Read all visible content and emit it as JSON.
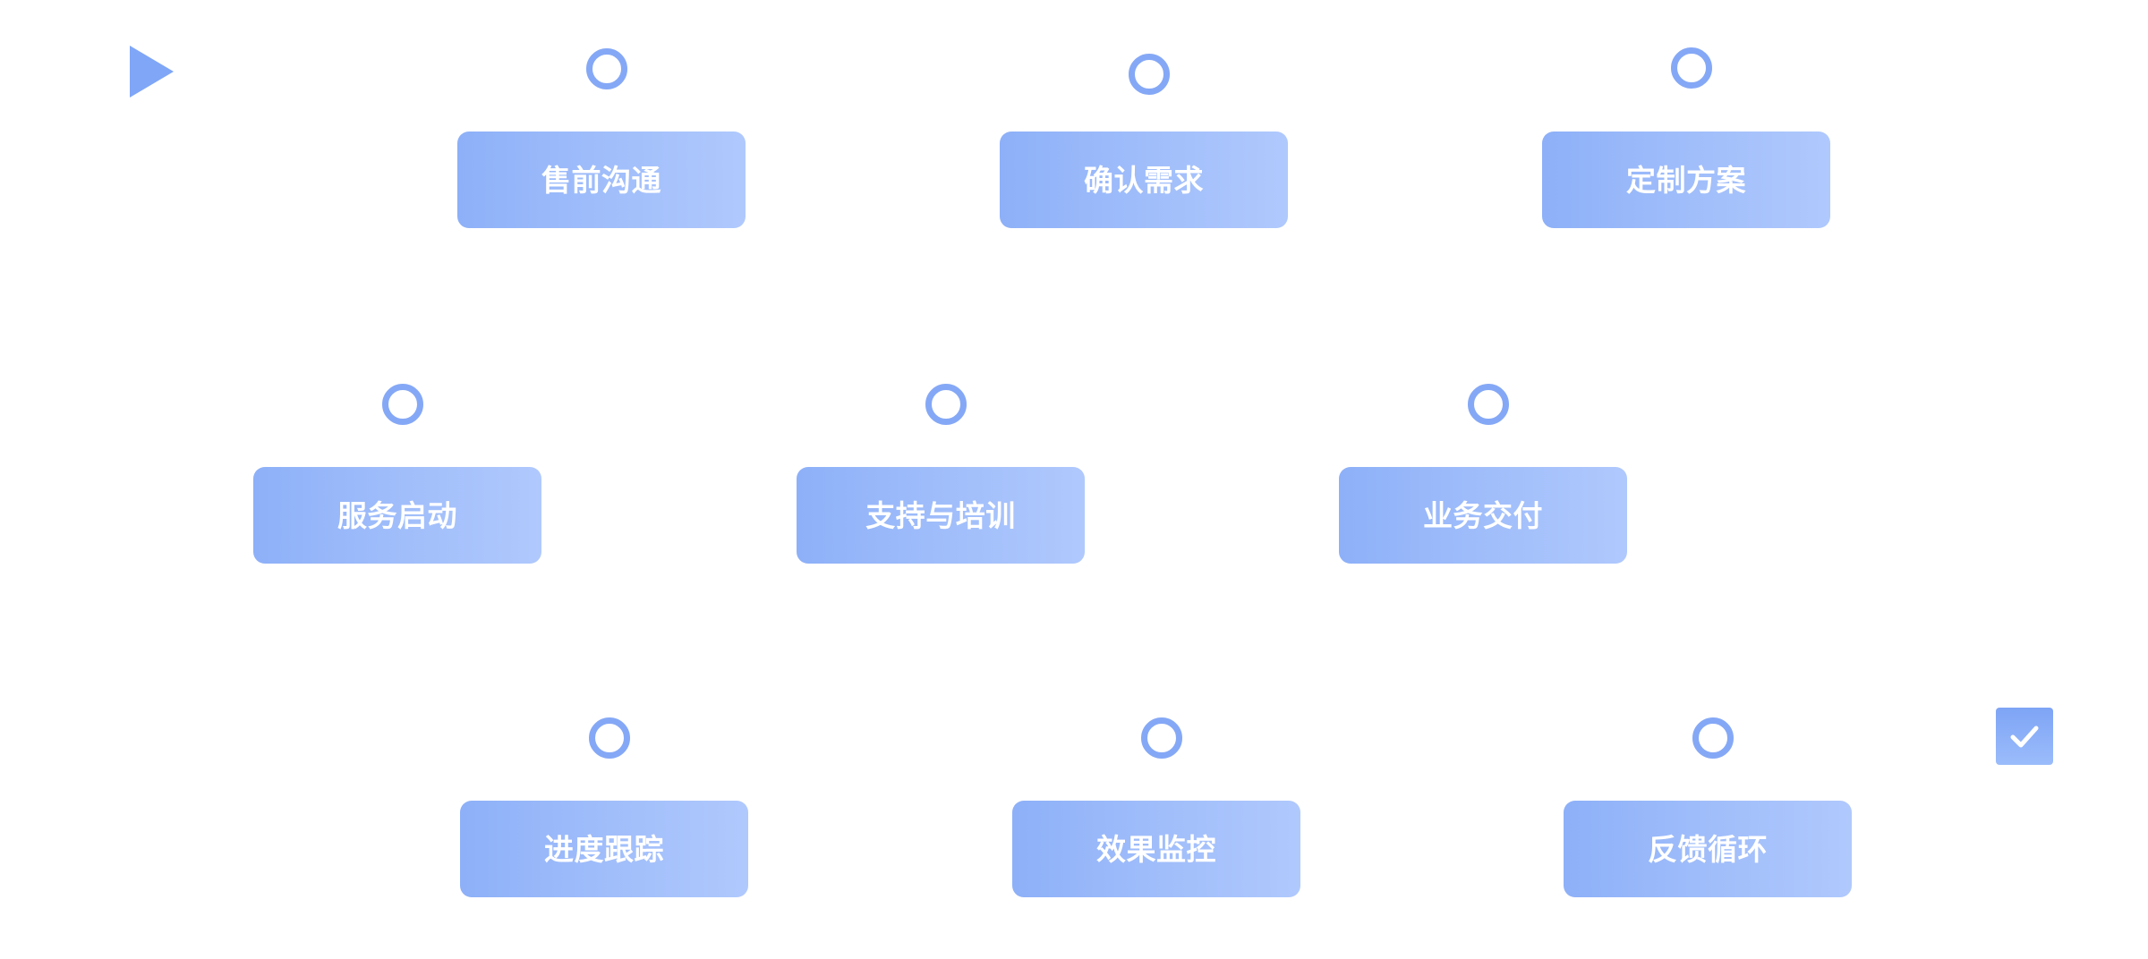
{
  "diagram": {
    "start_icon": "play-triangle-icon",
    "end_icon": "checkmark-icon",
    "accent_color": "#85a8f6",
    "card_gradient": [
      "#8db0f8",
      "#b0c9fd"
    ],
    "rows": [
      {
        "steps": [
          {
            "label": "售前沟通"
          },
          {
            "label": "确认需求"
          },
          {
            "label": "定制方案"
          }
        ]
      },
      {
        "steps": [
          {
            "label": "服务启动"
          },
          {
            "label": "支持与培训"
          },
          {
            "label": "业务交付"
          }
        ]
      },
      {
        "steps": [
          {
            "label": "进度跟踪"
          },
          {
            "label": "效果监控"
          },
          {
            "label": "反馈循环"
          }
        ]
      }
    ]
  }
}
